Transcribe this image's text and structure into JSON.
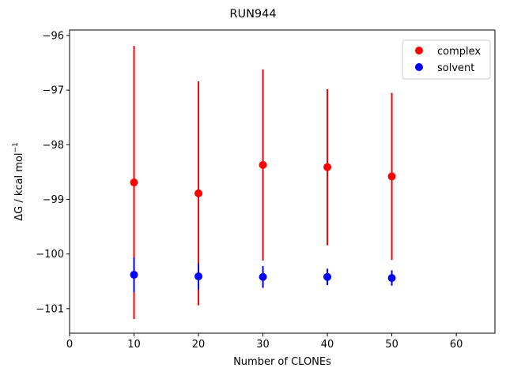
{
  "chart_data": {
    "type": "scatter",
    "title": "RUN944",
    "xlabel": "Number of CLONEs",
    "ylabel_main": "ΔG / kcal mol",
    "ylabel_sup": "−1",
    "xlim": [
      0,
      66
    ],
    "ylim": [
      -101.45,
      -95.9
    ],
    "x_ticks": [
      0,
      10,
      20,
      30,
      40,
      50,
      60
    ],
    "x_tick_labels": [
      "0",
      "10",
      "20",
      "30",
      "40",
      "50",
      "60"
    ],
    "y_ticks": [
      -96,
      -97,
      -98,
      -99,
      -100,
      -101
    ],
    "y_tick_labels": [
      "−96",
      "−97",
      "−98",
      "−99",
      "−100",
      "−101"
    ],
    "grid": false,
    "legend_position": "top-right",
    "series": [
      {
        "name": "complex",
        "color": "#ff0000",
        "x": [
          10,
          20,
          30,
          40,
          50
        ],
        "y": [
          -98.69,
          -98.89,
          -98.37,
          -98.41,
          -98.58
        ],
        "yerr": [
          2.5,
          2.05,
          1.75,
          1.43,
          1.53
        ]
      },
      {
        "name": "solvent",
        "color": "#0000ff",
        "x": [
          10,
          20,
          30,
          40,
          50
        ],
        "y": [
          -100.38,
          -100.41,
          -100.42,
          -100.42,
          -100.44
        ],
        "yerr": [
          0.32,
          0.24,
          0.2,
          0.15,
          0.14
        ]
      }
    ]
  }
}
